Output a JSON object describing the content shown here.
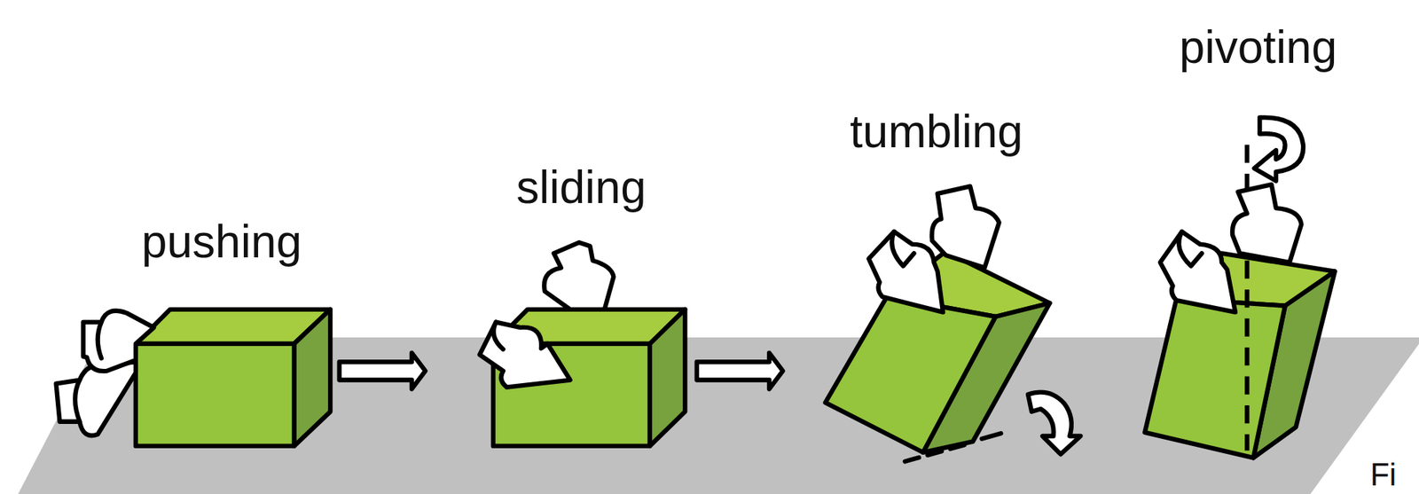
{
  "diagram": {
    "labels": [
      "pushing",
      "sliding",
      "tumbling",
      "pivoting",
      "Fi"
    ]
  }
}
